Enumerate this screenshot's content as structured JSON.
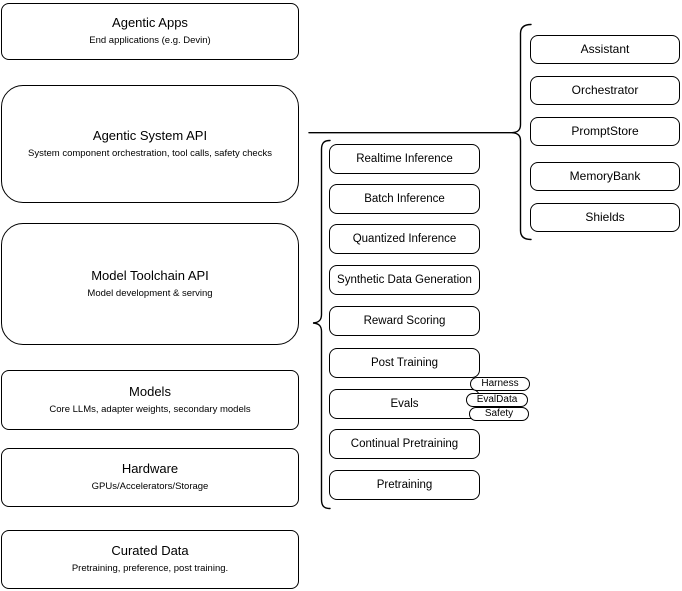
{
  "diagram": {
    "colors": {
      "stroke": "#000000",
      "fill": "#ffffff",
      "text": "#000000",
      "background": "#ffffff"
    },
    "layers": [
      {
        "title": "Agentic Apps",
        "subtitle": "End applications (e.g. Devin)"
      },
      {
        "title": "Agentic System API",
        "subtitle": "System component orchestration, tool calls, safety checks"
      },
      {
        "title": "Model Toolchain API",
        "subtitle": "Model development & serving"
      },
      {
        "title": "Models",
        "subtitle": "Core LLMs, adapter weights, secondary models"
      },
      {
        "title": "Hardware",
        "subtitle": "GPUs/Accelerators/Storage"
      },
      {
        "title": "Curated Data",
        "subtitle": "Pretraining, preference, post training."
      }
    ],
    "toolchain_items": [
      "Realtime Inference",
      "Batch Inference",
      "Quantized Inference",
      "Synthetic Data Generation",
      "Reward Scoring",
      "Post Training",
      "Evals",
      "Continual Pretraining",
      "Pretraining"
    ],
    "eval_pills": [
      "Harness",
      "EvalData",
      "Safety"
    ],
    "system_components": [
      "Assistant",
      "Orchestrator",
      "PromptStore",
      "MemoryBank",
      "Shields"
    ]
  }
}
